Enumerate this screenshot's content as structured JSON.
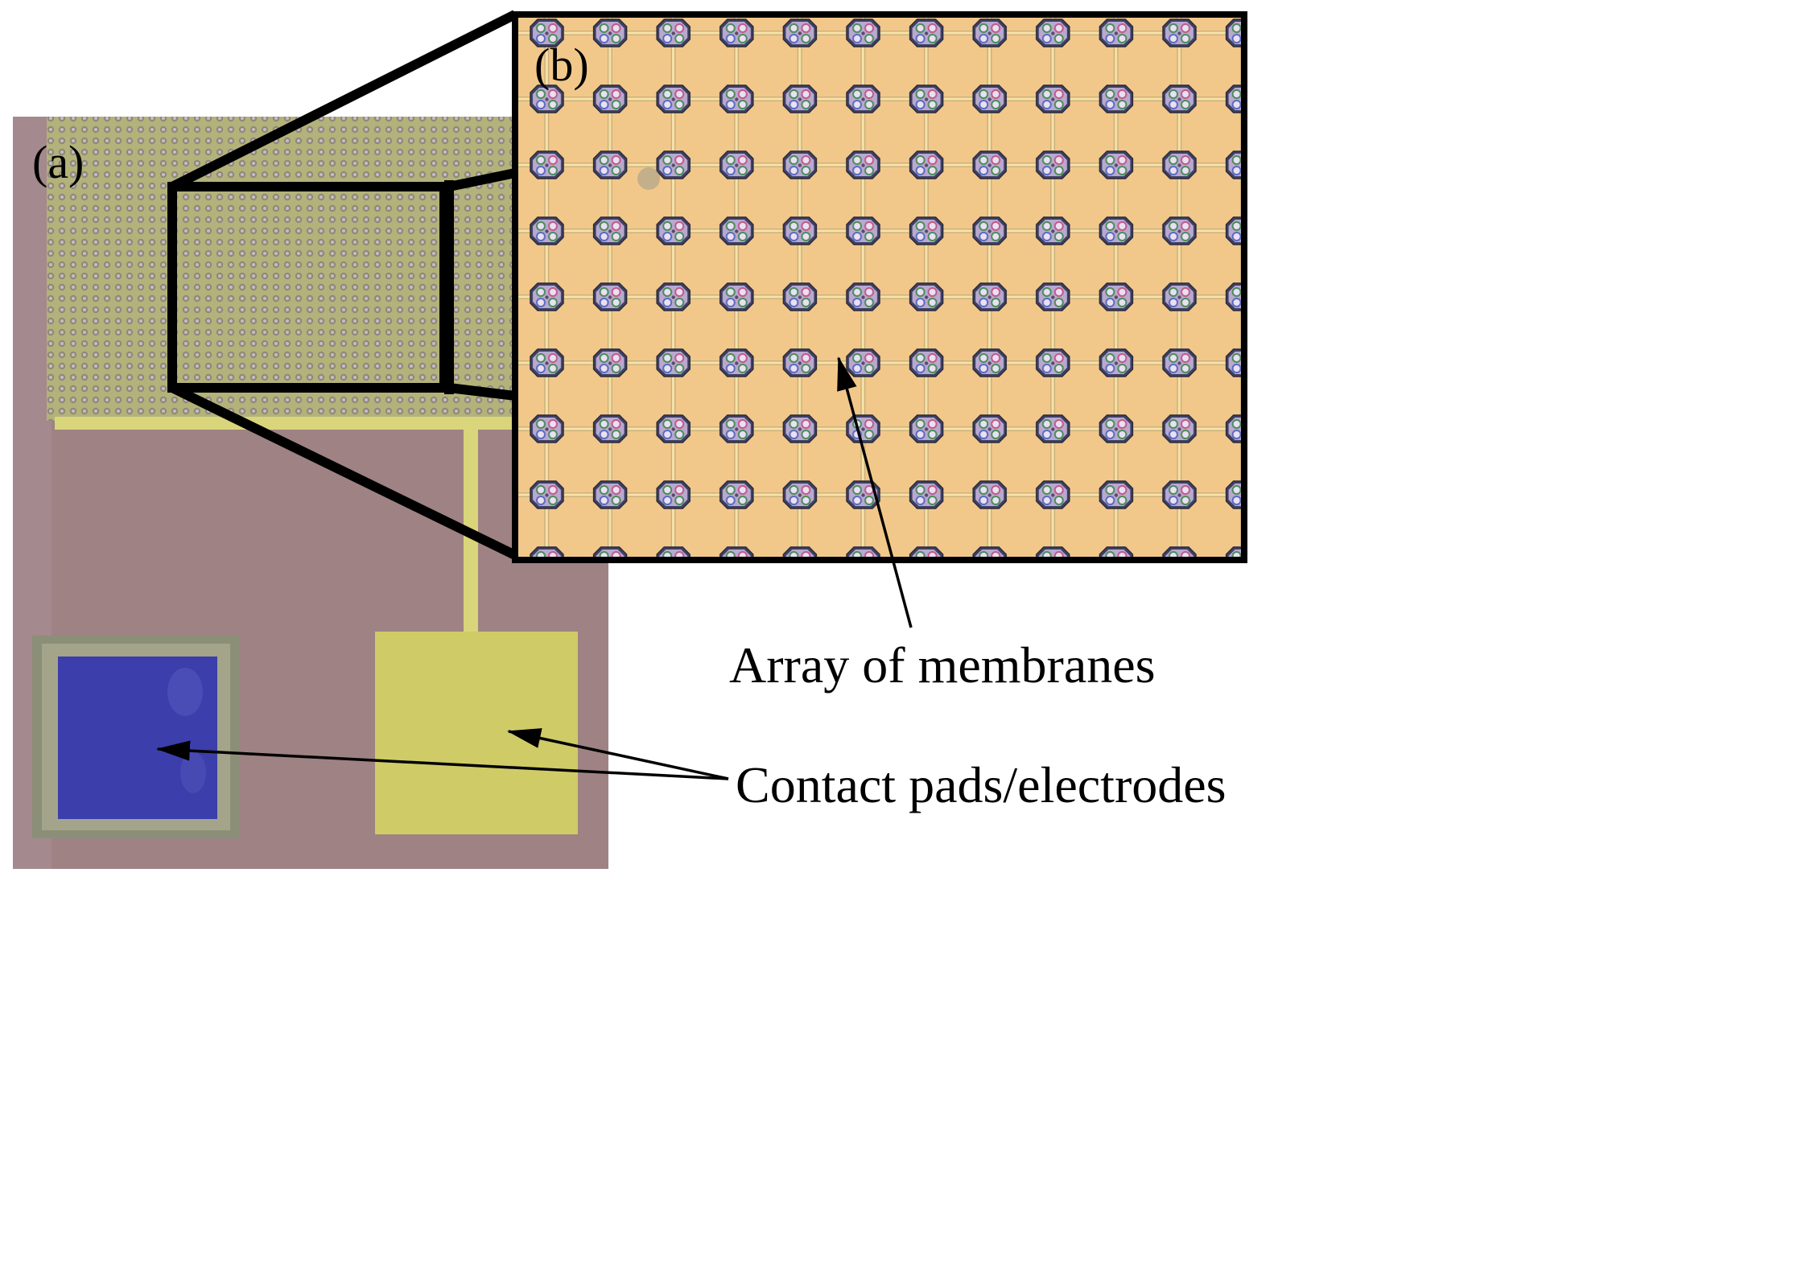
{
  "figure": {
    "panel_a_label": "(a)",
    "panel_b_label": "(b)",
    "annotations": {
      "membranes": "Array of membranes",
      "pads": "Contact pads/electrodes"
    },
    "colors": {
      "substrate": "#9c7f7c",
      "substrate_edge": "#a79093",
      "array_region": "#a0a274",
      "gold_trace": "#d9d57a",
      "gold_pad": "#cfcb67",
      "blue_pad": "#3c3fb0",
      "blue_pad_border": "#8f9278",
      "zoom_background": "#f2c88a",
      "membrane_ring": "#3b3f58",
      "membrane_fill": "#c8b6d6",
      "outline": "#000000"
    }
  }
}
